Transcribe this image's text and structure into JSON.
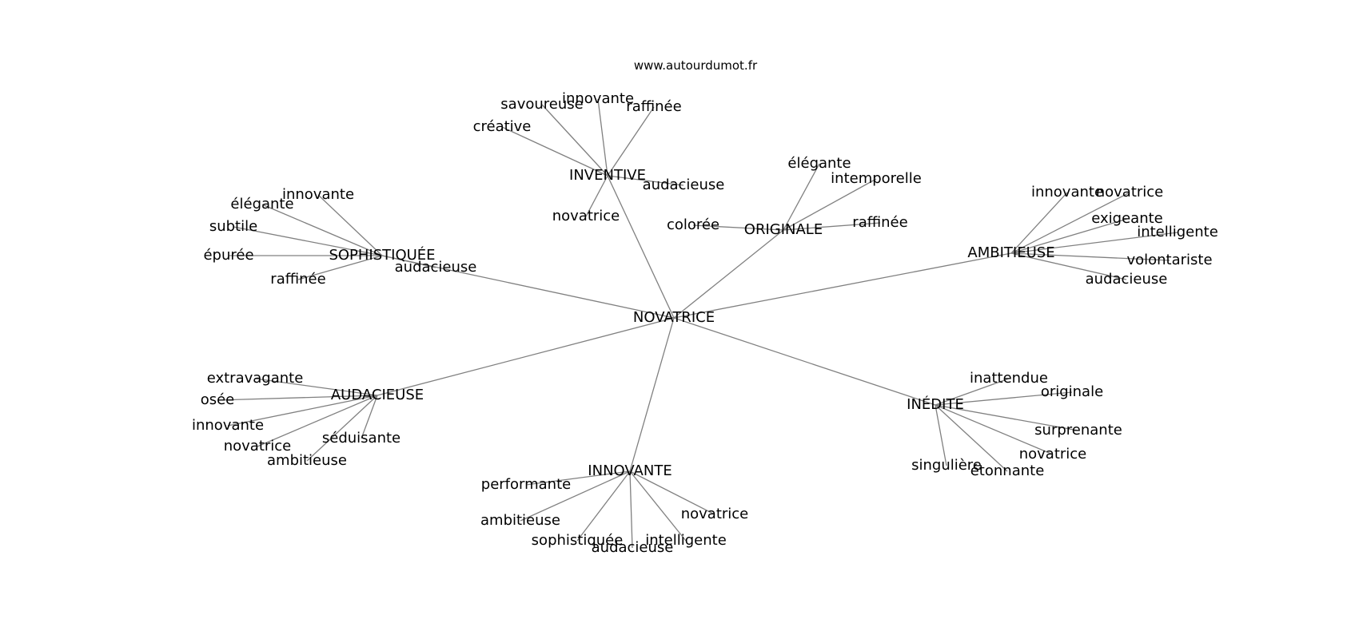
{
  "site": "www.autourdumot.fr",
  "center": "NOVATRICE",
  "branches": [
    {
      "hub": "INVENTIVE",
      "leaves": [
        "créative",
        "savoureuse",
        "innovante",
        "raffinée",
        "audacieuse",
        "novatrice"
      ]
    },
    {
      "hub": "ORIGINALE",
      "leaves": [
        "élégante",
        "intemporelle",
        "colorée",
        "raffinée"
      ]
    },
    {
      "hub": "SOPHISTIQUÉE",
      "leaves": [
        "innovante",
        "élégante",
        "subtile",
        "épurée",
        "raffinée",
        "audacieuse"
      ]
    },
    {
      "hub": "AMBITIEUSE",
      "leaves": [
        "innovante",
        "novatrice",
        "exigeante",
        "intelligente",
        "volontariste",
        "audacieuse"
      ]
    },
    {
      "hub": "AUDACIEUSE",
      "leaves": [
        "extravagante",
        "osée",
        "innovante",
        "novatrice",
        "ambitieuse",
        "séduisante"
      ]
    },
    {
      "hub": "INÉDITE",
      "leaves": [
        "inattendue",
        "originale",
        "surprenante",
        "novatrice",
        "étonnante",
        "singulière"
      ]
    },
    {
      "hub": "INNOVANTE",
      "leaves": [
        "performante",
        "ambitieuse",
        "sophistiquée",
        "audacieuse",
        "intelligente",
        "novatrice"
      ]
    }
  ],
  "colors": {
    "edge": "#808080",
    "text": "#000000",
    "background": "#ffffff"
  }
}
